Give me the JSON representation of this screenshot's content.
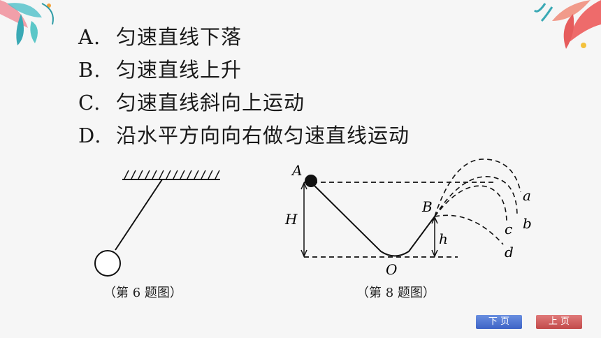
{
  "options": [
    {
      "key": "A.",
      "text": "匀速直线下落"
    },
    {
      "key": "B.",
      "text": "匀速直线上升"
    },
    {
      "key": "C.",
      "text": "匀速直线斜向上运动"
    },
    {
      "key": "D.",
      "text": "沿水平方向向右做匀速直线运动"
    }
  ],
  "figure6": {
    "caption": "（第 6 题图）"
  },
  "figure8": {
    "caption": "（第 8 题图）",
    "labels": {
      "A": "A",
      "B": "B",
      "O": "O",
      "H": "H",
      "h": "h",
      "a": "a",
      "b": "b",
      "c": "c",
      "d": "d"
    }
  },
  "nav": {
    "next": "下 页",
    "prev": "上 页"
  },
  "colors": {
    "next_button": "#4a70d0",
    "prev_button": "#d05a5a"
  }
}
